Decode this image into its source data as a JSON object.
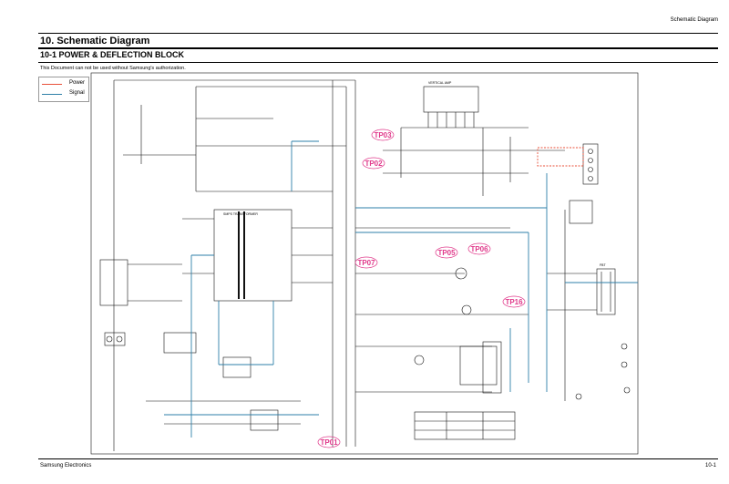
{
  "header": {
    "section": "Schematic Diagram"
  },
  "title": "10. Schematic Diagram",
  "subtitle": "10-1 POWER & DEFLECTION BLOCK",
  "notice": "This Document can not be used without Samsung's authorization.",
  "legend": {
    "power_label": "Power",
    "signal_label": "Signal",
    "power_color": "#e8503a",
    "signal_color": "#2e7fa8"
  },
  "test_points": [
    "TP03",
    "TP02",
    "TP05",
    "TP06",
    "TP07",
    "TP16",
    "TP01"
  ],
  "blocks": {
    "smps": "SMPS TRANSFORMER",
    "vertical": "VERTICAL AMP",
    "fbt": "FBT"
  },
  "footer": {
    "company": "Samsung Electronics",
    "page": "10-1"
  }
}
